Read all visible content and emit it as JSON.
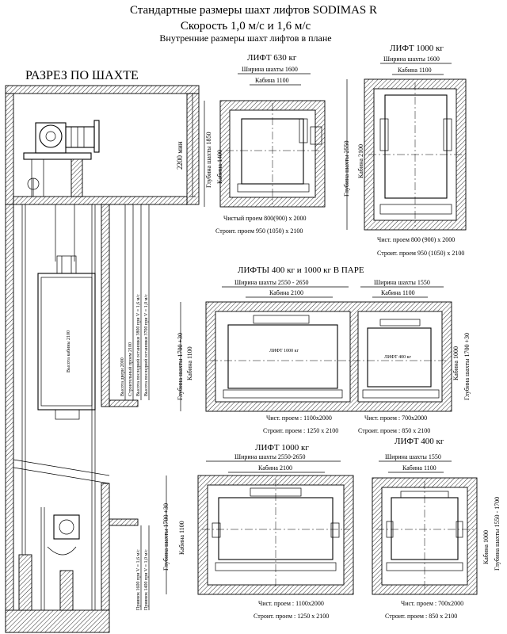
{
  "header": {
    "title": "Стандартные размеры шахт лифтов   SODIMAS R",
    "speed": "Скорость 1,0 м/с и 1,6 м/с",
    "subtitle": "Внутренние размеры шахт лифтов в плане"
  },
  "section": {
    "title": "РАЗРЕЗ ПО ШАХТЕ",
    "machine_room_height": "2200 мин",
    "door_height": "Высота двери 2000",
    "opening_height": "Строительный проем 2100",
    "last_stop_16": "Высота последней остановки  3800 при V = 1,6 м/с",
    "last_stop_10": "Высота последней остановки  3700 при V = 1,0 м/с",
    "car_height": "Высота кабины 2100",
    "pit_16": "Приямок 1600 при V = 1,6 м/с",
    "pit_10": "Приямок 1400 при V = 1,0 м/с"
  },
  "plans": {
    "p630": {
      "title": "ЛИФТ 630 кг",
      "shaft_width": "Ширина шахты 1600",
      "car_width": "Кабина 1100",
      "shaft_depth": "Глубина шахты 1850",
      "car_depth": "Кабина 1400",
      "clear_opening": "Чистый проем 800(900) х 2000",
      "structural_opening": "Строит. проем 950 (1050) х 2100"
    },
    "p1000a": {
      "title": "ЛИФТ 1000 кг",
      "shaft_width": "Ширина шахты 1600",
      "car_width": "Кабина  1100",
      "shaft_depth": "Глубина шахты  2550",
      "car_depth": "Кабина 2100",
      "clear_opening": "Чист. проем 800 (900) х 2000",
      "structural_opening": "Строит. проем 950 (1050) х 2100"
    },
    "pair": {
      "title": "ЛИФТЫ 400 кг и 1000 кг В ПАРЕ",
      "left_shaft_width": "Ширина шахты 2550 - 2650",
      "left_car_width": "Кабина 2100",
      "left_shaft_depth": "Глубина шахты 1700 +30",
      "left_car_depth": "Кабина 1100",
      "left_car_label": "ЛИФТ 1000 кг",
      "left_clear": "Чист. проем : 1100х2000",
      "left_struct": "Строит. проем : 1250 х 2100",
      "right_shaft_width": "Ширина шахты 1550",
      "right_car_width": "Кабина 1100",
      "right_shaft_depth": "Глубина шахты 1700 +30",
      "right_car_depth": "Кабина  1000",
      "right_car_label": "ЛИФТ 400 кг",
      "right_clear": "Чист. проем : 700х2000",
      "right_struct": "Строит. проем : 850 х 2100"
    },
    "p1000b": {
      "title": "ЛИФТ 1000 кг",
      "shaft_width": "Ширина шахты 2550-2650",
      "car_width": "Кабина 2100",
      "shaft_depth": "Глубина шахты 1700 +30",
      "car_depth": "Кабина 1100",
      "clear_opening": "Чист. проем : 1100х2000",
      "structural_opening": "Строит. проем : 1250 х 2100"
    },
    "p400": {
      "title": "ЛИФТ 400 кг",
      "shaft_width": "Ширина шахты 1550",
      "car_width": "Кабина 1100",
      "shaft_depth": "Глубина шахты 1550 - 1700",
      "car_depth": "Кабина  1000",
      "clear_opening": "Чист. проем : 700х2000",
      "structural_opening": "Строит. проем : 850 х 2100"
    }
  }
}
